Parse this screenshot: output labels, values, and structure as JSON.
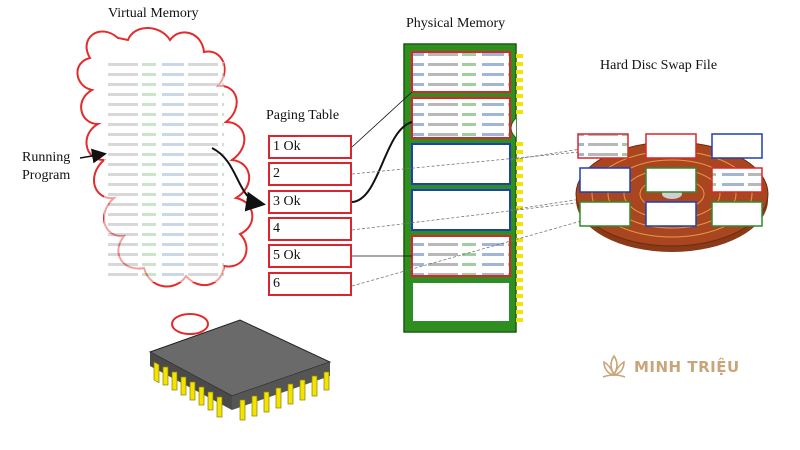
{
  "title_virtual": "Virtual Memory",
  "title_physical": "Physical Memory",
  "title_paging": "Paging Table",
  "title_swap": "Hard Disc Swap File",
  "running_program": [
    "Running",
    "Program"
  ],
  "paging_rows": [
    "1 Ok",
    "2",
    "3 Ok",
    "4",
    "5 Ok",
    "6"
  ],
  "brand": "MINH TRIỆU",
  "colors": {
    "red_border": "#d9262e",
    "blue_border": "#1f3fb5",
    "green_border": "#2e8b2e",
    "ram_green": "#2f8f1e",
    "ram_pins": "#f2e300",
    "disc_brown": "#a9461f",
    "cloud_red": "#e32b2b",
    "chip_gray": "#5a5a5a",
    "brand_gold": "#c9a57a"
  },
  "icons": [
    "cloud-icon",
    "cpu-chip-icon",
    "ram-module-icon",
    "hard-disc-icon",
    "lotus-logo-icon"
  ]
}
